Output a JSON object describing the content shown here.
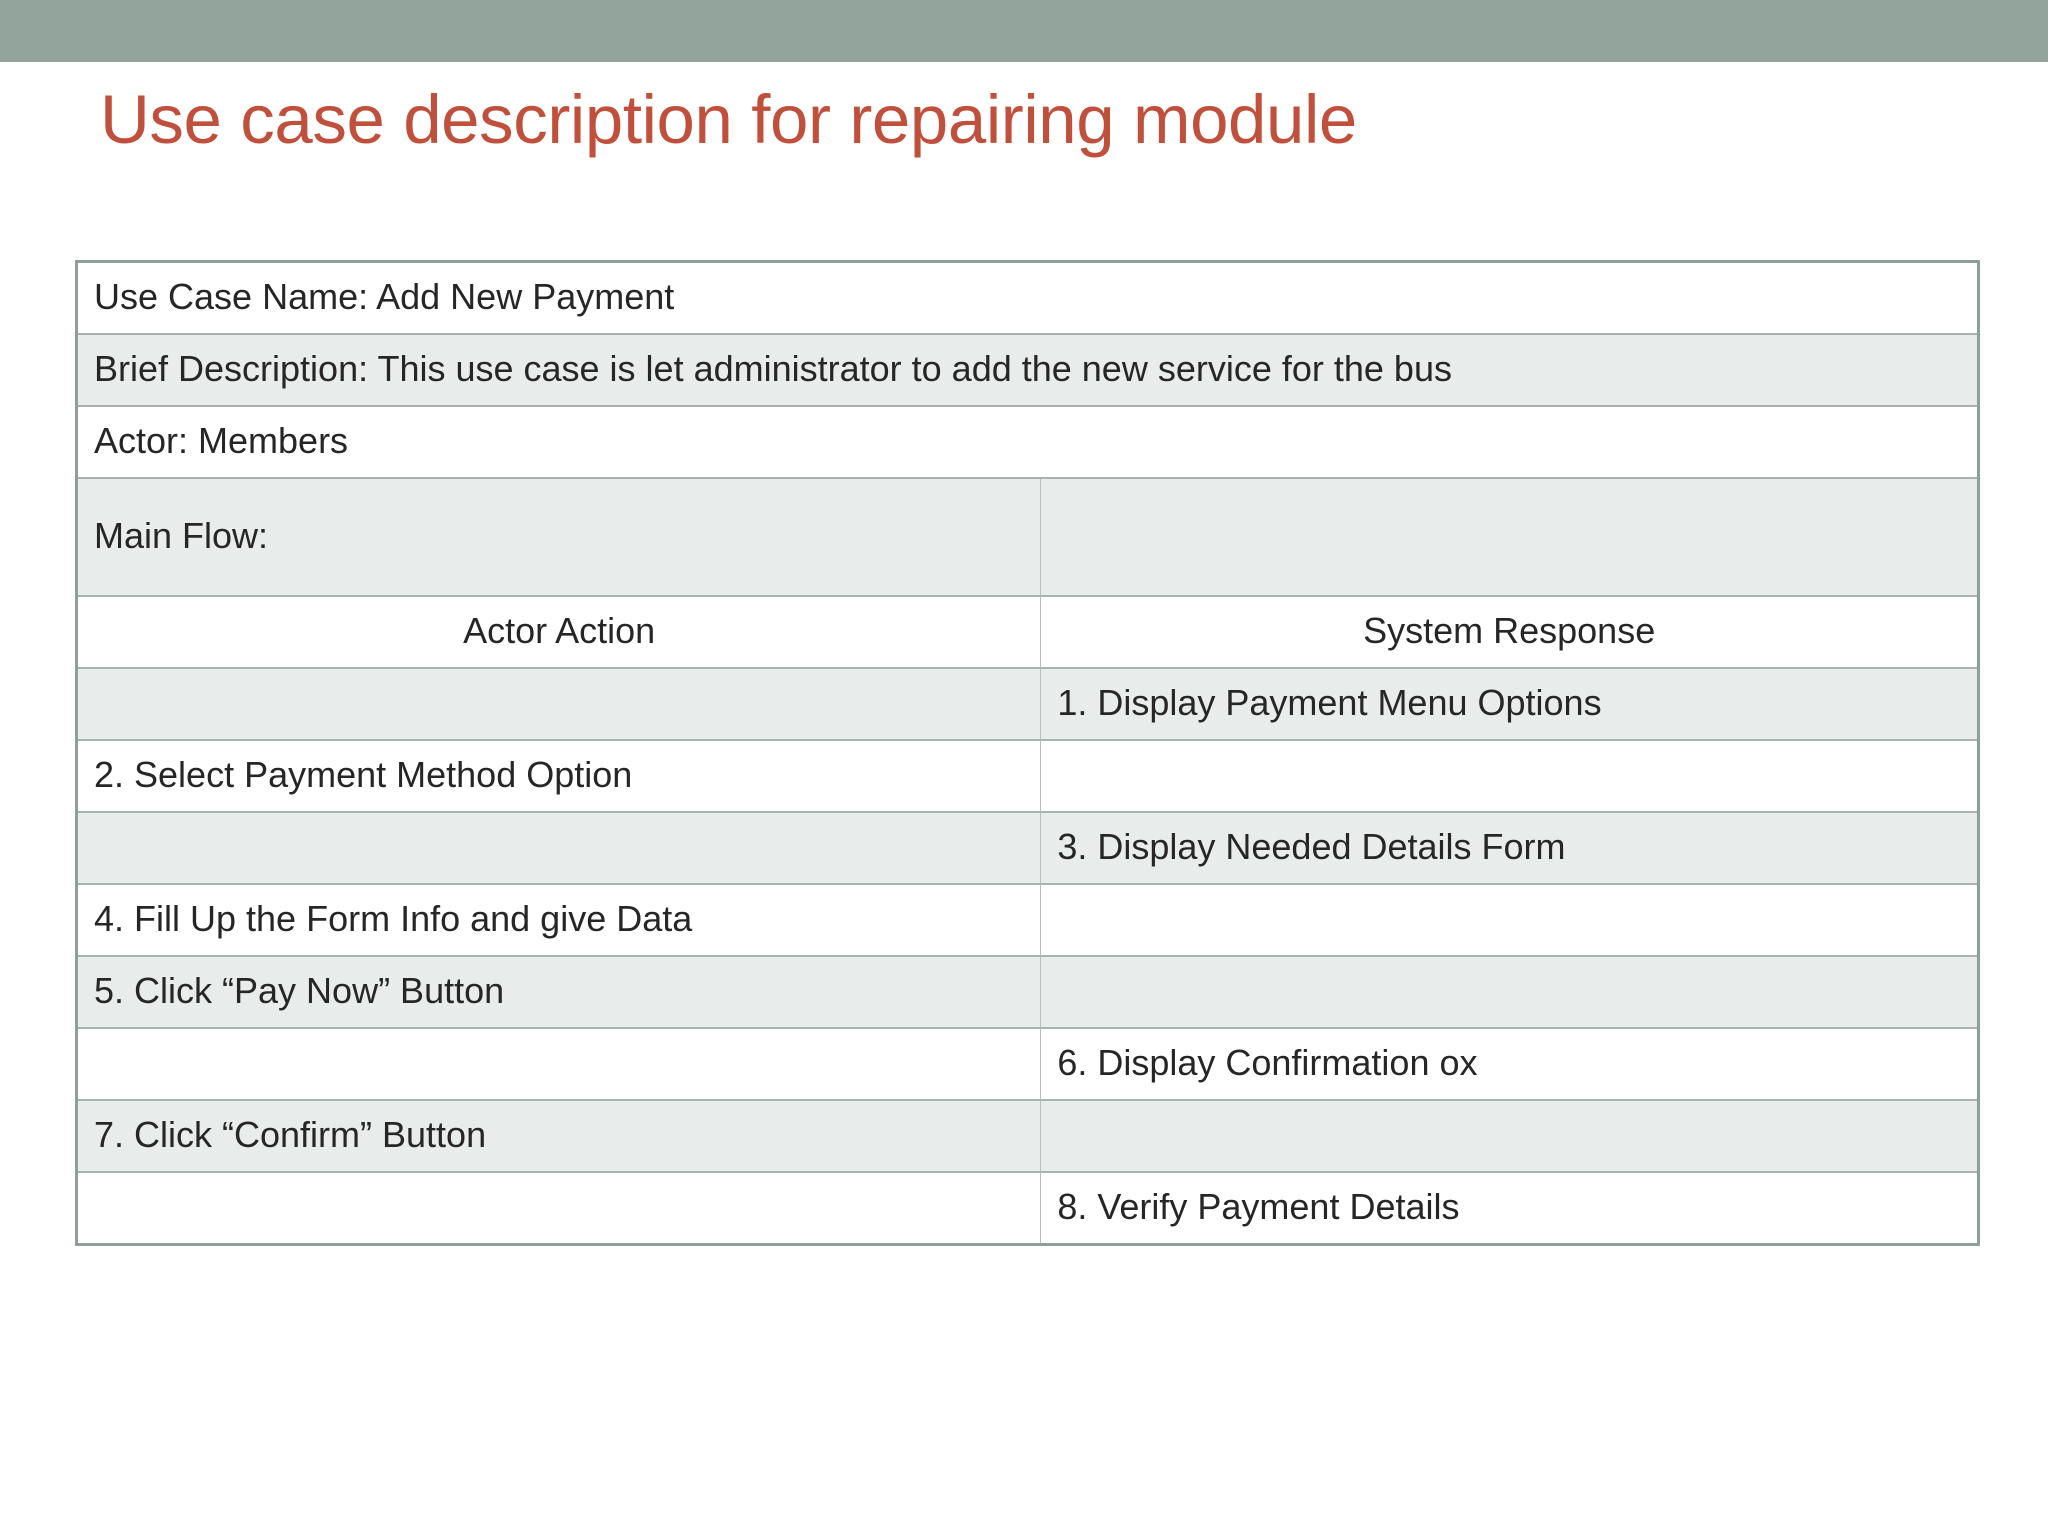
{
  "slide": {
    "title": "Use case description for repairing module",
    "banner_color": "#93a49d",
    "title_color": "#c0503c",
    "text_color": "#262626",
    "shaded_row_color": "#e8edec",
    "table_border_color": "#8e9e99"
  },
  "table": {
    "use_case_name": "Use Case Name: Add New Payment",
    "brief_description": "Brief Description:  This use case is let administrator to add the new service for the bus",
    "actor": "Actor: Members",
    "main_flow_label": "Main Flow:",
    "main_flow_right": "",
    "columns": {
      "actor_action": "Actor Action",
      "system_response": "System Response"
    },
    "steps": [
      {
        "actor_action": "",
        "system_response": "1. Display Payment Menu Options"
      },
      {
        "actor_action": "2. Select Payment Method Option",
        "system_response": ""
      },
      {
        "actor_action": "",
        "system_response": "3. Display Needed Details Form"
      },
      {
        "actor_action": "4. Fill Up the Form Info and give Data",
        "system_response": ""
      },
      {
        "actor_action": "5. Click “Pay Now” Button",
        "system_response": ""
      },
      {
        "actor_action": "",
        "system_response": "6. Display Confirmation ox"
      },
      {
        "actor_action": "7. Click “Confirm” Button",
        "system_response": ""
      },
      {
        "actor_action": "",
        "system_response": "8. Verify Payment Details"
      }
    ]
  }
}
